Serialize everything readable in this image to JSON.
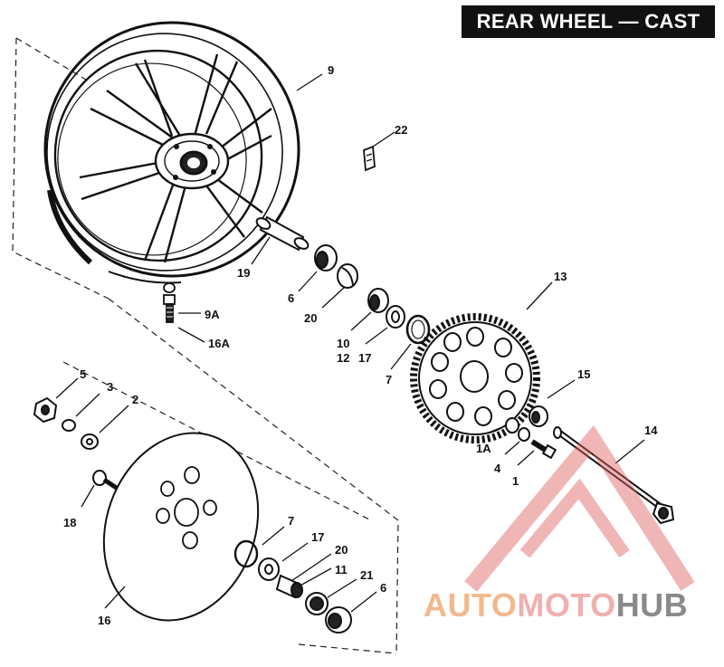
{
  "title": "REAR WHEEL — CAST",
  "watermark": {
    "part1": "AUTO",
    "part2": "MOTO",
    "part3": "HUB"
  },
  "callouts": [
    {
      "id": "c9",
      "text": "9"
    },
    {
      "id": "c22",
      "text": "22"
    },
    {
      "id": "c19",
      "text": "19"
    },
    {
      "id": "c6a",
      "text": "6"
    },
    {
      "id": "c20a",
      "text": "20"
    },
    {
      "id": "c9A",
      "text": "9A"
    },
    {
      "id": "c16A",
      "text": "16A"
    },
    {
      "id": "c13",
      "text": "13"
    },
    {
      "id": "c10",
      "text": "10"
    },
    {
      "id": "c12",
      "text": "12"
    },
    {
      "id": "c17a",
      "text": "17"
    },
    {
      "id": "c7a",
      "text": "7"
    },
    {
      "id": "c15",
      "text": "15"
    },
    {
      "id": "c14",
      "text": "14"
    },
    {
      "id": "c1A",
      "text": "1A"
    },
    {
      "id": "c4b",
      "text": "4"
    },
    {
      "id": "c1",
      "text": "1"
    },
    {
      "id": "c5",
      "text": "5"
    },
    {
      "id": "c3",
      "text": "3"
    },
    {
      "id": "c2",
      "text": "2"
    },
    {
      "id": "c18",
      "text": "18"
    },
    {
      "id": "c7b",
      "text": "7"
    },
    {
      "id": "c17b",
      "text": "17"
    },
    {
      "id": "c20b",
      "text": "20"
    },
    {
      "id": "c11",
      "text": "11"
    },
    {
      "id": "c21",
      "text": "21"
    },
    {
      "id": "c6b",
      "text": "6"
    },
    {
      "id": "c16",
      "text": "16"
    }
  ]
}
